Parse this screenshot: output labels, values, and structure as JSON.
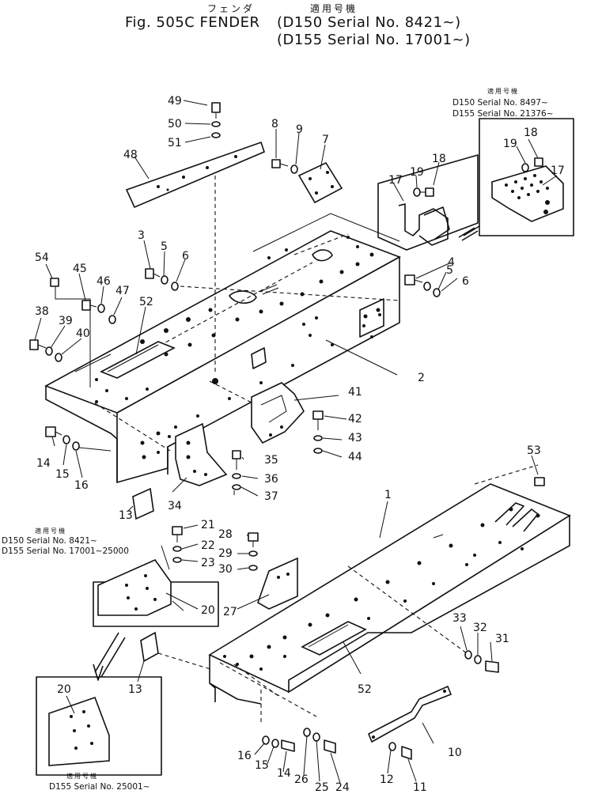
{
  "header": {
    "kana": "フェンダ",
    "kanji": "適用号機",
    "fig_title": "Fig. 505C  FENDER",
    "serial_line1": "(D150 Serial No. 8421~)",
    "serial_line2": "(D155 Serial No. 17001~)"
  },
  "notes": {
    "top_right": {
      "heading": "適用号機",
      "lines": [
        "D150   Serial No. 8497~",
        "D155   Serial No. 21376~"
      ]
    },
    "middle_left": {
      "heading": "適用号機",
      "lines": [
        "D150   Serial No. 8421~",
        "D155   Serial No. 17001~25000"
      ]
    },
    "bottom_left": {
      "heading": "適用号機",
      "lines": [
        "D155   Serial No. 25001~"
      ]
    }
  },
  "callouts": [
    "1",
    "2",
    "3",
    "4",
    "5",
    "5",
    "6",
    "6",
    "7",
    "8",
    "9",
    "10",
    "11",
    "12",
    "13",
    "13",
    "14",
    "14",
    "15",
    "15",
    "16",
    "16",
    "17",
    "17",
    "18",
    "18",
    "19",
    "19",
    "20",
    "20",
    "21",
    "22",
    "23",
    "24",
    "25",
    "26",
    "27",
    "28",
    "29",
    "30",
    "31",
    "32",
    "33",
    "34",
    "35",
    "36",
    "37",
    "38",
    "39",
    "40",
    "41",
    "42",
    "43",
    "44",
    "45",
    "46",
    "47",
    "48",
    "49",
    "50",
    "51",
    "52",
    "52",
    "53",
    "54"
  ]
}
